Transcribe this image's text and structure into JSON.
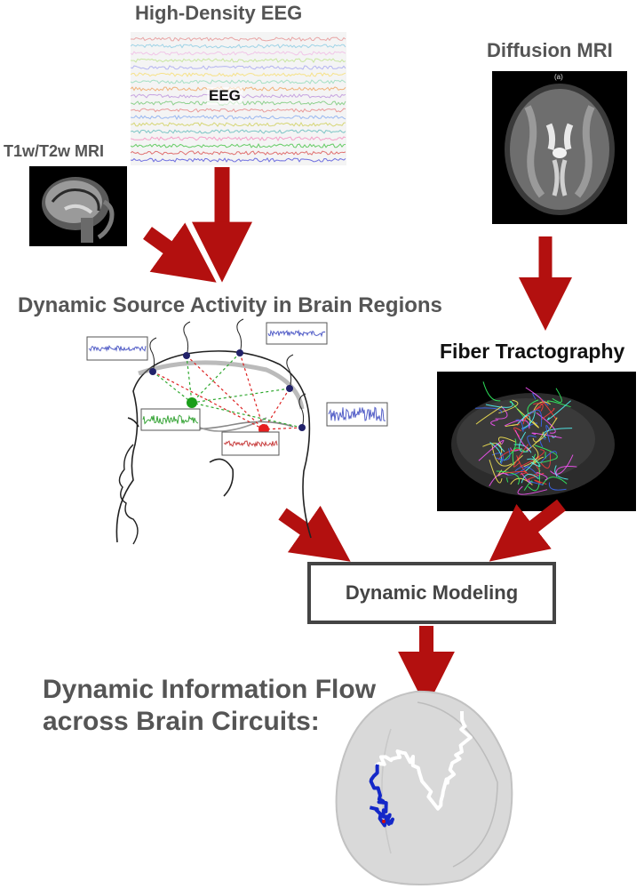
{
  "labels": {
    "eeg_title": "High-Density EEG",
    "eeg_inset": "EEG",
    "dmri_title": "Diffusion MRI",
    "dmri_inset": "(a)",
    "t1_title": "T1w/T2w MRI",
    "source_title": "Dynamic Source Activity in Brain Regions",
    "fiber_title": "Fiber Tractography",
    "model_box": "Dynamic Modeling",
    "flow_line1": "Dynamic Information Flow",
    "flow_line2": "across Brain Circuits:"
  },
  "colors": {
    "arrow": "#b3100f",
    "eeg_traces": [
      "#e8a5a5",
      "#9fd3e6",
      "#f1c6e8",
      "#c8e6a0",
      "#b5b5f0",
      "#f6e28a",
      "#a6e0c5",
      "#f0b27a",
      "#c7a4e0",
      "#8fd18f",
      "#e89a9a",
      "#9ab8f0",
      "#d6d676",
      "#7fc6c6",
      "#f4a0c8",
      "#66cc66",
      "#e07070",
      "#7070e0"
    ],
    "fiber_bundle": [
      "#ff3b3b",
      "#33ff66",
      "#3b6bff",
      "#ffee55",
      "#ff55ff",
      "#55ffff"
    ]
  }
}
